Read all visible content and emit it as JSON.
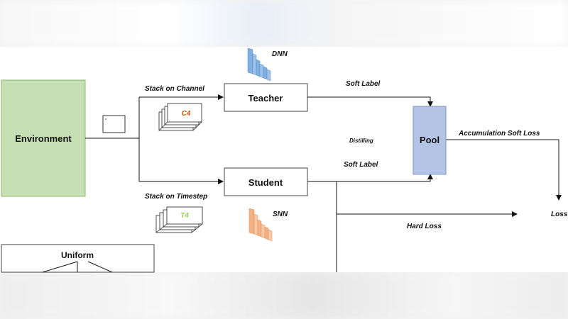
{
  "diagram": {
    "nodes": {
      "environment": "Environment",
      "teacher": "Teacher",
      "student": "Student",
      "pool": "Pool",
      "uniform": "Uniform"
    },
    "labels": {
      "dnn": "DNN",
      "snn": "SNN",
      "stack_channel": "Stack on Channel",
      "stack_timestep": "Stack on Timestep",
      "c4": "C4",
      "t4": "T4",
      "soft_label_teacher": "Soft Label",
      "soft_label_student": "Soft Label",
      "distilling": "Distilling",
      "accumulation": "Accumulation Soft Loss",
      "hard_loss": "Hard Loss",
      "loss": "Loss"
    },
    "colors": {
      "environment_fill": "#c6e0b4",
      "environment_stroke": "#8cb86c",
      "pool_fill": "#b4c4e6",
      "pool_stroke": "#7f93c4",
      "dnn_color": "#7faee0",
      "snn_color": "#f4b183",
      "c4_color": "#c55a11",
      "t4_color": "#92d050"
    }
  }
}
